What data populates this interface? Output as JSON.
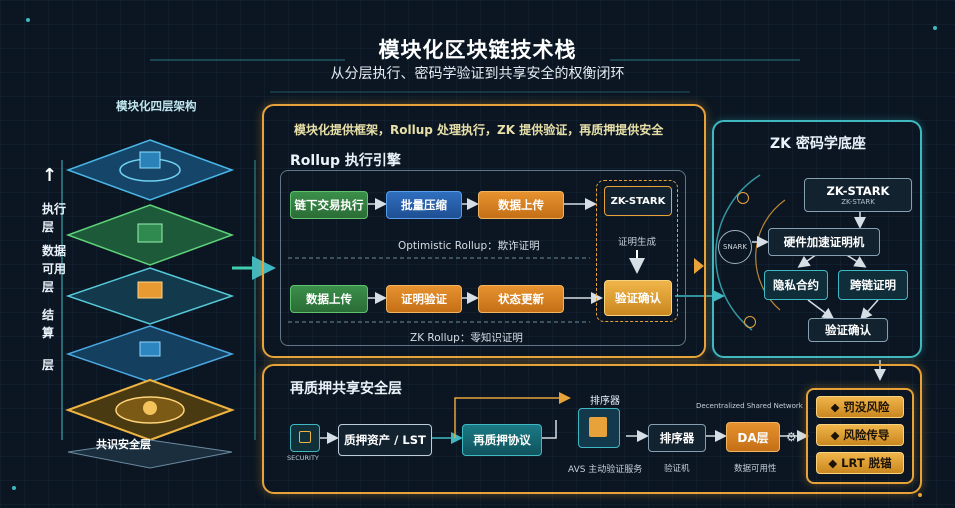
{
  "title": "模块化区块链技术栈",
  "subtitle": "从分层执行、密码学验证到共享安全的权衡闭环",
  "left_stack": {
    "heading": "模块化四层架构",
    "labels": [
      "执行",
      "层",
      "数据",
      "可用",
      "层",
      "结",
      "算",
      "层"
    ],
    "consensus_label": "共识安全层",
    "arrow_icon": "arrow-up-icon"
  },
  "center": {
    "tagline": "模块化提供框架，Rollup 处理执行，ZK 提供验证，再质押提供安全",
    "rollup": {
      "heading": "Rollup 执行引擎",
      "optimistic_row": [
        "链下交易执行",
        "批量压缩",
        "数据上传"
      ],
      "optimistic_caption": "Optimistic Rollup：欺诈证明",
      "zk_row": [
        "数据上传",
        "证明验证",
        "状态更新"
      ],
      "zk_caption": "ZK Rollup：零知识证明",
      "stark_label": "ZK-STARK",
      "stark_caption": "证明生成",
      "verify_label": "验证确认"
    },
    "restaking": {
      "heading": "再质押共享安全层",
      "vault_caption": "SECURITY",
      "flow": [
        "质押资产 / LST",
        "再质押协议"
      ],
      "sequencer_heading": "排序器",
      "avs_caption": "AVS 主动验证服务",
      "sequencer_box": "排序器",
      "validator_caption": "验证机",
      "da_box": "DA层",
      "da_top_caption": "Decentralized Shared Network",
      "da_bottom_caption": "数据可用性",
      "risks": [
        "罚没风险",
        "风险传导",
        "LRT 脱锚"
      ]
    }
  },
  "right": {
    "heading": "ZK 密码学底座",
    "stark_box": "ZK-STARK",
    "stark_sub": "ZK-STARK",
    "hardware_box": "硬件加速证明机",
    "privacy_box": "隐私合约",
    "crosschain_box": "跨链证明",
    "verify_box": "验证确认",
    "node_caption": "SNARK"
  },
  "colors": {
    "accent_orange": "#e8a23a",
    "accent_teal": "#3fb8c2",
    "background": "#0b1622"
  }
}
